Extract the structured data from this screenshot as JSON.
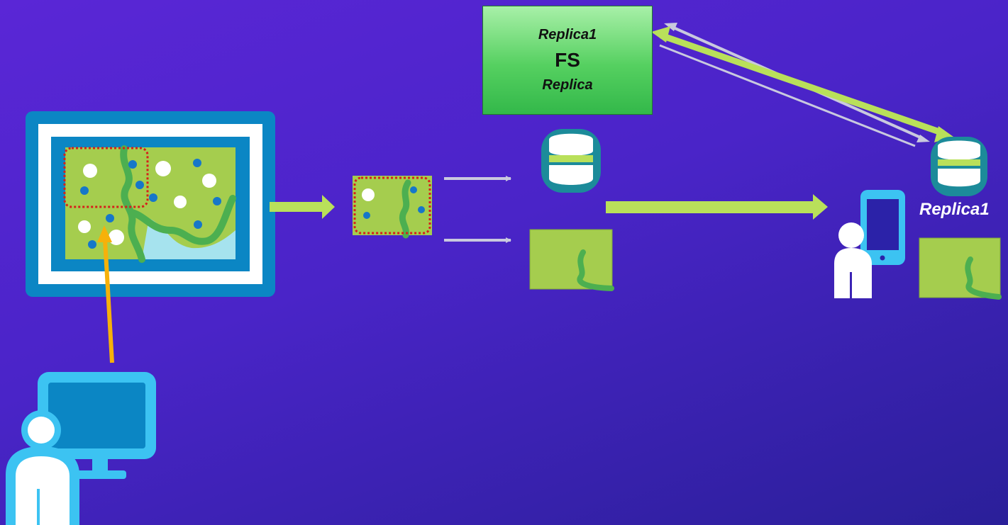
{
  "replica_box": {
    "line1": "Replica1",
    "line2": "FS",
    "line3": "Replica"
  },
  "device_label": "Replica1",
  "colors": {
    "background_top": "#5a26d6",
    "background_bottom": "#2a1f99",
    "map_green": "#a5cd4e",
    "river_green": "#4caf50",
    "frame_blue": "#0b86c4",
    "point_blue": "#1677c9",
    "arrow_green": "#b9e05a",
    "arrow_gray": "#c9c9de",
    "arrow_orange": "#f6b10a",
    "extent_red": "#d6201a",
    "device_cyan": "#3cc3f2",
    "db_teal": "#1c8b9a"
  }
}
